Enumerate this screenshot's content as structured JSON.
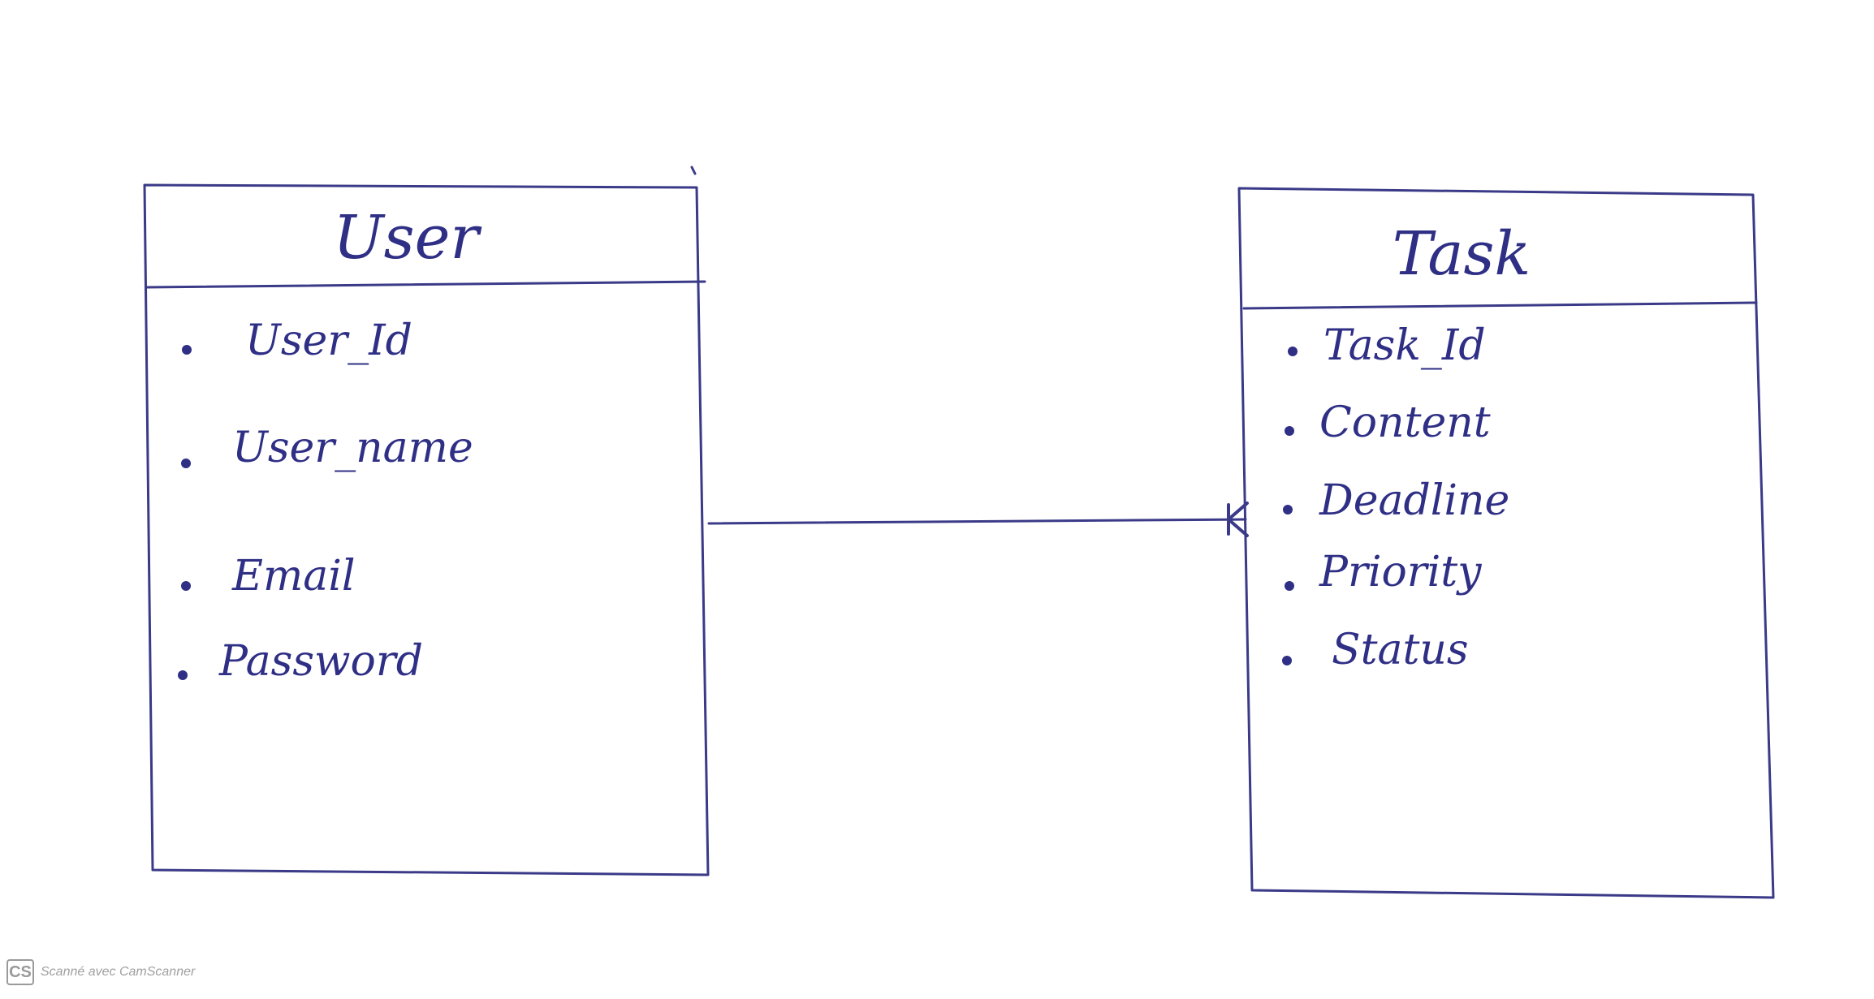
{
  "entities": [
    {
      "title": "User",
      "attributes": [
        "User_Id",
        "User_name",
        "Email",
        "Password"
      ]
    },
    {
      "title": "Task",
      "attributes": [
        "Task_Id",
        "Content",
        "Deadline",
        "Priority",
        "Status"
      ]
    }
  ],
  "relationship": {
    "from": "User",
    "to": "Task",
    "from_end": "one",
    "to_end": "many"
  },
  "watermark": {
    "logo": "CS",
    "text": "Scanné avec CamScanner"
  },
  "colors": {
    "ink": "#3a3a88",
    "background": "#ffffff",
    "watermark": "#9a9a9a"
  }
}
